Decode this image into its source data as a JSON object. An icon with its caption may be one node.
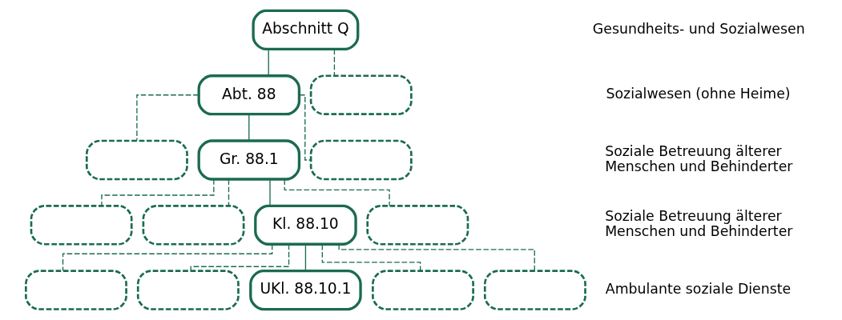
{
  "diagram": {
    "nodes": [
      {
        "text": [
          "Abschnitt Q"
        ]
      },
      {
        "text": [
          "Abt. 88"
        ]
      },
      {
        "text": [],
        "shape": "box"
      },
      {
        "text": [],
        "shape": "box"
      },
      {
        "text": [
          "Gr. 88.1"
        ]
      },
      {
        "text": [],
        "shape": "box"
      },
      {
        "text": [],
        "shape": "box"
      },
      {
        "text": [],
        "shape": "box"
      },
      {
        "text": [
          "Kl. 88.10"
        ]
      },
      {
        "text": [],
        "shape": "box"
      },
      {
        "text": [],
        "shape": "box"
      },
      {
        "text": [],
        "shape": "box"
      },
      {
        "text": [
          "UKl. 88.10.1"
        ]
      },
      {
        "text": [],
        "shape": "box"
      },
      {
        "text": [],
        "shape": "box"
      }
    ],
    "edges": [
      {
        "from": 0,
        "to": 1,
        "arrow": "none"
      },
      {
        "from": 0,
        "to": 2,
        "arrow": "none",
        "style": "dashed"
      },
      {
        "from": 1,
        "to": 3,
        "arrow": "none",
        "style": "dashed"
      },
      {
        "from": 1,
        "to": 4,
        "arrow": "none"
      },
      {
        "from": 1,
        "to": 5,
        "arrow": "none",
        "style": "dashed"
      },
      {
        "from": 4,
        "to": 6,
        "arrow": "none",
        "style": "dashed"
      },
      {
        "from": 4,
        "to": 7,
        "arrow": "none",
        "style": "dashed"
      },
      {
        "from": 4,
        "to": 8,
        "arrow": "none"
      },
      {
        "from": 4,
        "to": 9,
        "arrow": "none",
        "style": "dashed"
      },
      {
        "from": 8,
        "to": 10,
        "arrow": "none",
        "style": "dashed"
      },
      {
        "from": 8,
        "to": 11,
        "arrow": "none",
        "style": "dashed"
      },
      {
        "from": 8,
        "to": 12,
        "arrow": "none"
      },
      {
        "from": 8,
        "to": 13,
        "arrow": "none",
        "style": "dashed"
      },
      {
        "from": 8,
        "to": 14,
        "arrow": "none",
        "style": "dashed"
      }
    ],
    "labels": [
      "Gesundheits- und Sozialwesen",
      "Sozialwesen (ohne Heime)",
      "Soziale Betreuung älterer Menschen und Behinderter",
      "Soziale Betreuung älterer Menschen und Behinderter",
      "Ambulante soziale Dienste"
    ]
  }
}
